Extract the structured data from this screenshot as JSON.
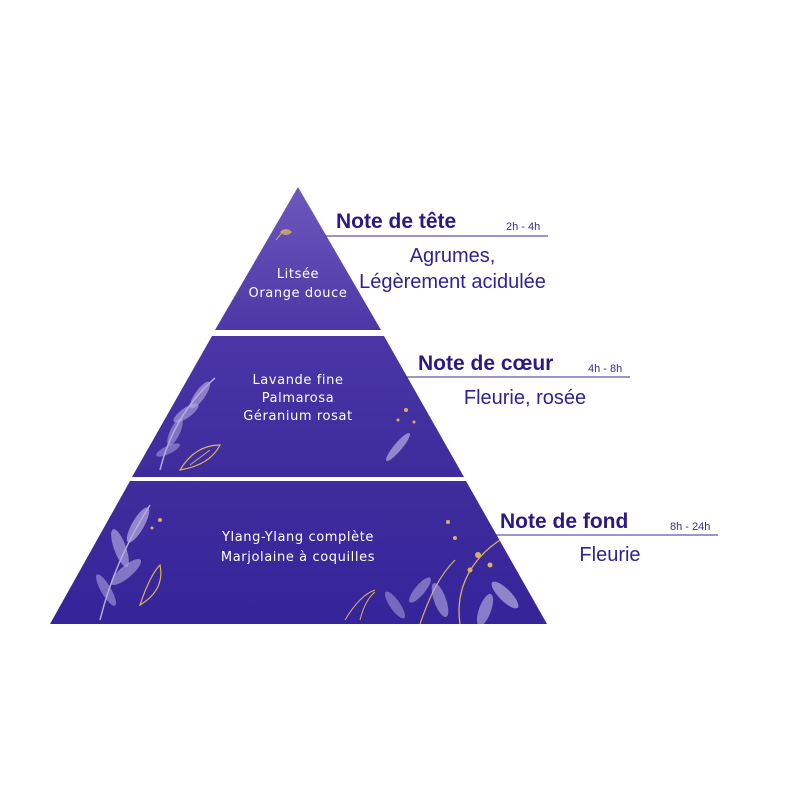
{
  "colors": {
    "tier_top": "#5c47b0",
    "tier_mid": "#4430a0",
    "tier_bottom": "#3c2a9a",
    "accent_gold": "#d8b35e",
    "leaf_light": "#b6ace0",
    "title_text": "#2a1a86",
    "line": "#3a2c90"
  },
  "tiers": [
    {
      "ingredients": [
        "Litsée",
        "Orange douce"
      ],
      "note": {
        "title": "Note de tête",
        "time": "2h - 4h",
        "description": [
          "Agrumes,",
          "Légèrement acidulée"
        ]
      }
    },
    {
      "ingredients": [
        "Lavande fine",
        "Palmarosa",
        "Géranium rosat"
      ],
      "note": {
        "title": "Note de cœur",
        "time": "4h - 8h",
        "description": [
          "Fleurie, rosée"
        ]
      }
    },
    {
      "ingredients": [
        "Ylang-Ylang complète",
        "Marjolaine à coquilles"
      ],
      "note": {
        "title": "Note de fond",
        "time": "8h - 24h",
        "description": [
          "Fleurie"
        ]
      }
    }
  ]
}
